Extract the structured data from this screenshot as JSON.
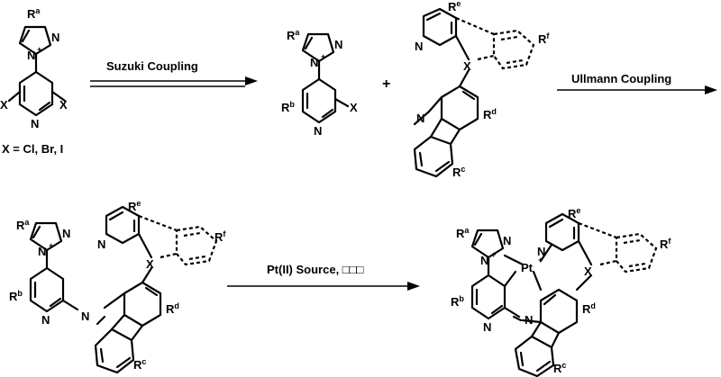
{
  "scheme": {
    "x_definition": "X = Cl, Br, I",
    "step1_reagent": "Suzuki Coupling",
    "plus": "+",
    "step2_reagent": "Ullmann Coupling",
    "step3_reagent": "Pt(II) Source, □□□"
  },
  "atoms": {
    "N": "N",
    "X": "X",
    "Pt": "Pt",
    "plus_charge": "+"
  },
  "substituents": {
    "Ra": {
      "base": "R",
      "sup": "a"
    },
    "Rb": {
      "base": "R",
      "sup": "b"
    },
    "Rc": {
      "base": "R",
      "sup": "c"
    },
    "Rd": {
      "base": "R",
      "sup": "d"
    },
    "Re": {
      "base": "R",
      "sup": "e"
    },
    "Rf": {
      "base": "R",
      "sup": "f"
    }
  }
}
